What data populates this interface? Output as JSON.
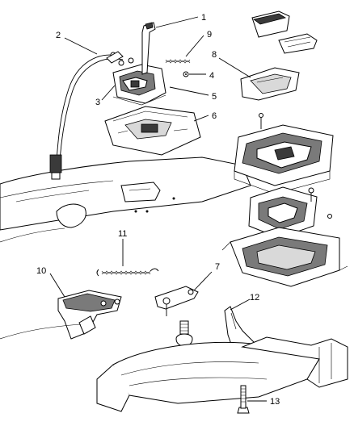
{
  "callouts": [
    {
      "number": "1"
    },
    {
      "number": "2"
    },
    {
      "number": "3"
    },
    {
      "number": "4"
    },
    {
      "number": "5"
    },
    {
      "number": "6"
    },
    {
      "number": "7"
    },
    {
      "number": "8"
    },
    {
      "number": "9"
    },
    {
      "number": "10"
    },
    {
      "number": "11"
    },
    {
      "number": "12"
    },
    {
      "number": "13"
    }
  ]
}
